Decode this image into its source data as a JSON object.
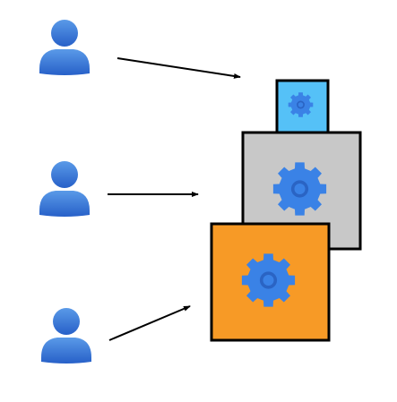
{
  "diagram": {
    "users": [
      {
        "icon": "user-icon",
        "color": "#2f6fd6",
        "target": "small-box"
      },
      {
        "icon": "user-icon",
        "color": "#2f6fd6",
        "target": "medium-box"
      },
      {
        "icon": "user-icon",
        "color": "#2f6fd6",
        "target": "large-box"
      }
    ],
    "boxes": [
      {
        "id": "small-box",
        "icon": "gear-icon",
        "fill": "#55c1f7"
      },
      {
        "id": "medium-box",
        "icon": "gear-icon",
        "fill": "#c8c8c8"
      },
      {
        "id": "large-box",
        "icon": "gear-icon",
        "fill": "#f79a26"
      }
    ],
    "colors": {
      "gear": "#3a82e6",
      "gear_dark": "#2a64c4",
      "stroke": "#000000",
      "arrow": "#000000"
    }
  }
}
